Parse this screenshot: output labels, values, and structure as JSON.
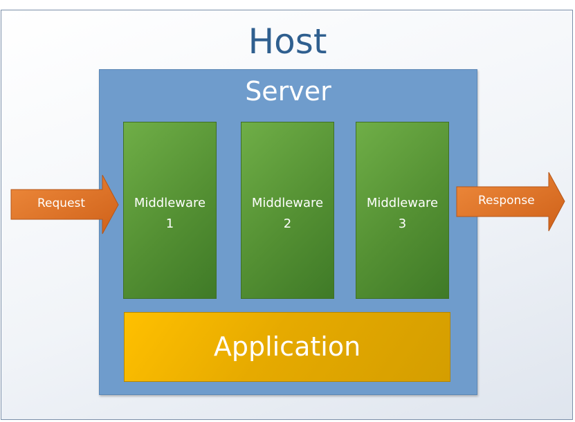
{
  "host": {
    "title": "Host"
  },
  "server": {
    "title": "Server"
  },
  "middleware": [
    {
      "line1": "Middleware",
      "line2": "1"
    },
    {
      "line1": "Middleware",
      "line2": "2"
    },
    {
      "line1": "Middleware",
      "line2": "3"
    }
  ],
  "application": {
    "label": "Application"
  },
  "request": {
    "label": "Request"
  },
  "response": {
    "label": "Response"
  },
  "colors": {
    "host_title": "#2f5f8f",
    "server": "#6f9ccc",
    "middleware": "#549033",
    "application": "#ffc000",
    "arrow": "#e07a2e"
  }
}
